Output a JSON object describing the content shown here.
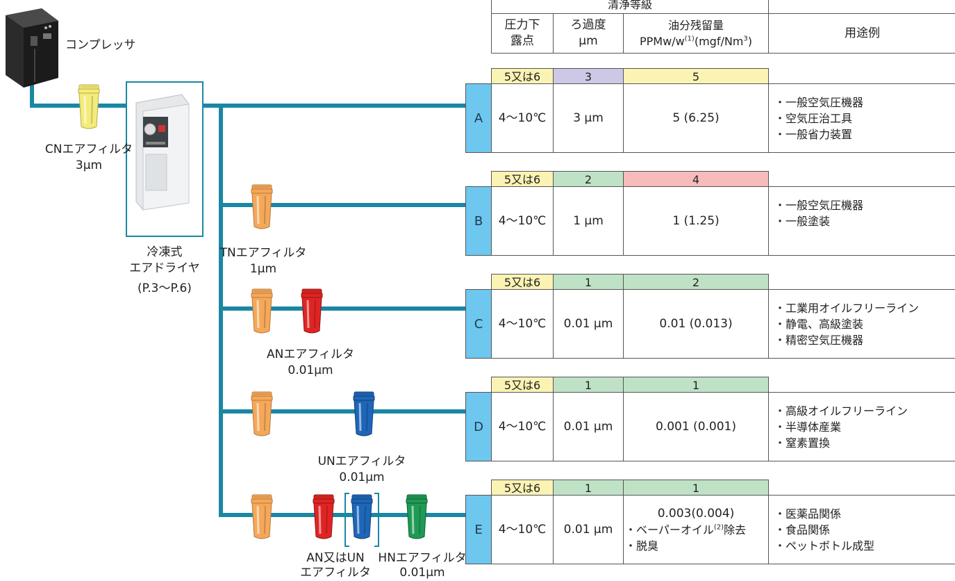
{
  "compressor": {
    "label": "コンプレッサ"
  },
  "dryer": {
    "label1": "冷凍式",
    "label2": "エアドライヤ",
    "pages": "(P.3〜P.6)"
  },
  "filters": {
    "cn": {
      "name": "CNエアフィルタ",
      "size": "3µm"
    },
    "tn": {
      "name": "TNエアフィルタ",
      "size": "1µm"
    },
    "an": {
      "name": "ANエアフィルタ",
      "size": "0.01µm"
    },
    "un": {
      "name": "UNエアフィルタ",
      "size": "0.01µm"
    },
    "an_or_un": {
      "name1": "AN又はUN",
      "name2": "エアフィルタ"
    },
    "hn": {
      "name": "HNエアフィルタ",
      "size": "0.01µm"
    }
  },
  "colors": {
    "pipe": "#1a87a3",
    "cn": "#f4ec7a",
    "tn": "#f5a85a",
    "an": "#e02424",
    "un": "#1e66b8",
    "hn": "#1f9a55",
    "letter_cell": "#6ec7ef",
    "badge_yellow": "#fbf3b4",
    "badge_purple": "#cdc8e6",
    "badge_green": "#bfe2c6",
    "badge_red": "#f6bcbc"
  },
  "table": {
    "group_header": "清浄等級",
    "col_dewpoint1": "圧力下",
    "col_dewpoint2": "露点",
    "col_filtration1": "ろ過度",
    "col_filtration2": "µm",
    "col_oil1": "油分残留量",
    "col_oil2_pre": "PPMw/w",
    "col_oil2_sup": "(1)",
    "col_oil2_mid": "(mgf/Nm",
    "col_oil2_sup2": "3",
    "col_oil2_post": ")",
    "col_use": "用途例"
  },
  "rows": [
    {
      "id": "A",
      "grade_dew": "5又は6",
      "grade_filt": "3",
      "grade_oil": "5",
      "dew": "4〜10℃",
      "filt": "3 µm",
      "oil1": "5 (6.25)",
      "oil2": "",
      "oil3": "",
      "uses": [
        "・一般空気圧機器",
        "・空気圧治工具",
        "・一般省力装置"
      ]
    },
    {
      "id": "B",
      "grade_dew": "5又は6",
      "grade_filt": "2",
      "grade_oil": "4",
      "dew": "4〜10℃",
      "filt": "1 µm",
      "oil1": "1 (1.25)",
      "oil2": "",
      "oil3": "",
      "uses": [
        "・一般空気圧機器",
        "・一般塗装",
        ""
      ]
    },
    {
      "id": "C",
      "grade_dew": "5又は6",
      "grade_filt": "1",
      "grade_oil": "2",
      "dew": "4〜10℃",
      "filt": "0.01 µm",
      "oil1": "0.01 (0.013)",
      "oil2": "",
      "oil3": "",
      "uses": [
        "・工業用オイルフリーライン",
        "・静電、高級塗装",
        "・精密空気圧機器"
      ]
    },
    {
      "id": "D",
      "grade_dew": "5又は6",
      "grade_filt": "1",
      "grade_oil": "1",
      "dew": "4〜10℃",
      "filt": "0.01 µm",
      "oil1": "0.001 (0.001)",
      "oil2": "",
      "oil3": "",
      "uses": [
        "・高級オイルフリーライン",
        "・半導体産業",
        "・窒素置換"
      ]
    },
    {
      "id": "E",
      "grade_dew": "5又は6",
      "grade_filt": "1",
      "grade_oil": "1",
      "dew": "4〜10℃",
      "filt": "0.01 µm",
      "oil1": "0.003(0.004)",
      "oil2_pre": "・ベーパーオイル",
      "oil2_sup": "(2)",
      "oil2_post": "除去",
      "oil3": "・脱臭",
      "uses": [
        "・医薬品関係",
        "・食品関係",
        "・ペットボトル成型"
      ]
    }
  ]
}
